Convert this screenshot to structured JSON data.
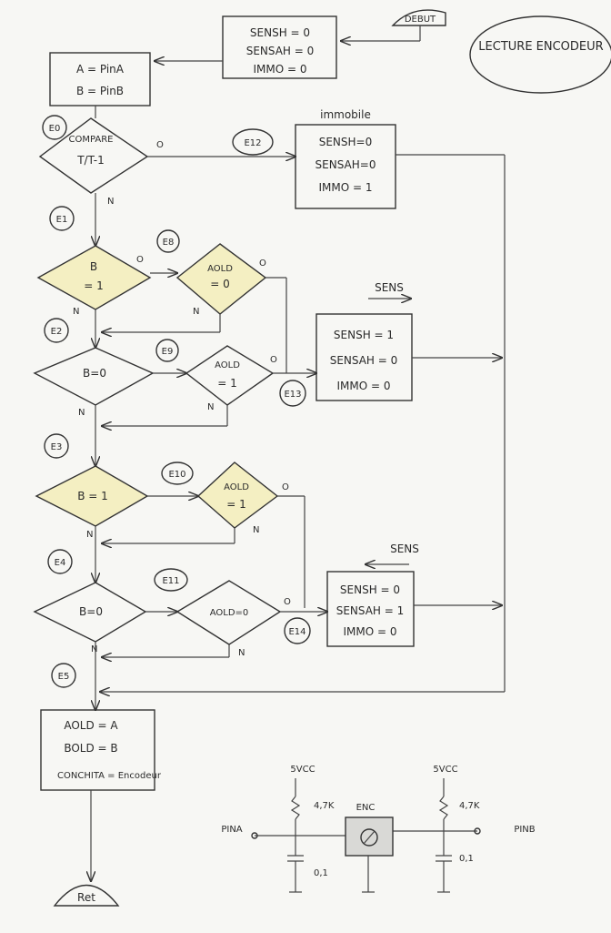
{
  "title": "LECTURE ENCODEUR",
  "start": {
    "label": "DEBUT"
  },
  "init_box": {
    "lines": [
      "SENSH = 0",
      "SENSAH = 0",
      "IMMO = 0"
    ]
  },
  "read_box": {
    "lines": [
      "A = PinA",
      "B = PinB"
    ]
  },
  "compare": {
    "lines": [
      "COMPARE",
      "T/T-1"
    ]
  },
  "immobile": {
    "title": "immobile",
    "lines": [
      "SENSH=0",
      "SENSAH=0",
      "IMMO = 1"
    ]
  },
  "states": {
    "e0": "E0",
    "e1": "E1",
    "e2": "E2",
    "e3": "E3",
    "e4": "E4",
    "e5": "E5",
    "e8": "E8",
    "e9": "E9",
    "e10": "E10",
    "e11": "E11",
    "e12": "E12",
    "e13": "E13",
    "e14": "E14"
  },
  "decisions": {
    "b1": [
      "B",
      "= 1"
    ],
    "aold0": [
      "AOLD",
      "= 0"
    ],
    "b0": "B=0",
    "aold1": [
      "AOLD",
      "= 1"
    ],
    "b1b": "B = 1",
    "aold1b": [
      "AOLD",
      "= 1"
    ],
    "b0b": "B=0",
    "aold0b": "AOLD=0"
  },
  "sens_h": {
    "title": "SENS",
    "lines": [
      "SENSH = 1",
      "SENSAH = 0",
      "IMMO = 0"
    ]
  },
  "sens_ah": {
    "title": "SENS",
    "lines": [
      "SENSH = 0",
      "SENSAH = 1",
      "IMMO = 0"
    ]
  },
  "save_box": {
    "lines": [
      "AOLD = A",
      "BOLD = B",
      "CONCHITA = Encodeur"
    ]
  },
  "branch": {
    "yes": "O",
    "no": "N"
  },
  "ret": "Ret",
  "circuit": {
    "vcc": "5VCC",
    "res": "4,7K",
    "cap": "0,1",
    "enc": "ENC",
    "pina": "PINA",
    "pinb": "PINB"
  },
  "colors": {
    "ink": "#333333",
    "paper": "#f7f7f4",
    "highlight": "#f4efc2"
  }
}
